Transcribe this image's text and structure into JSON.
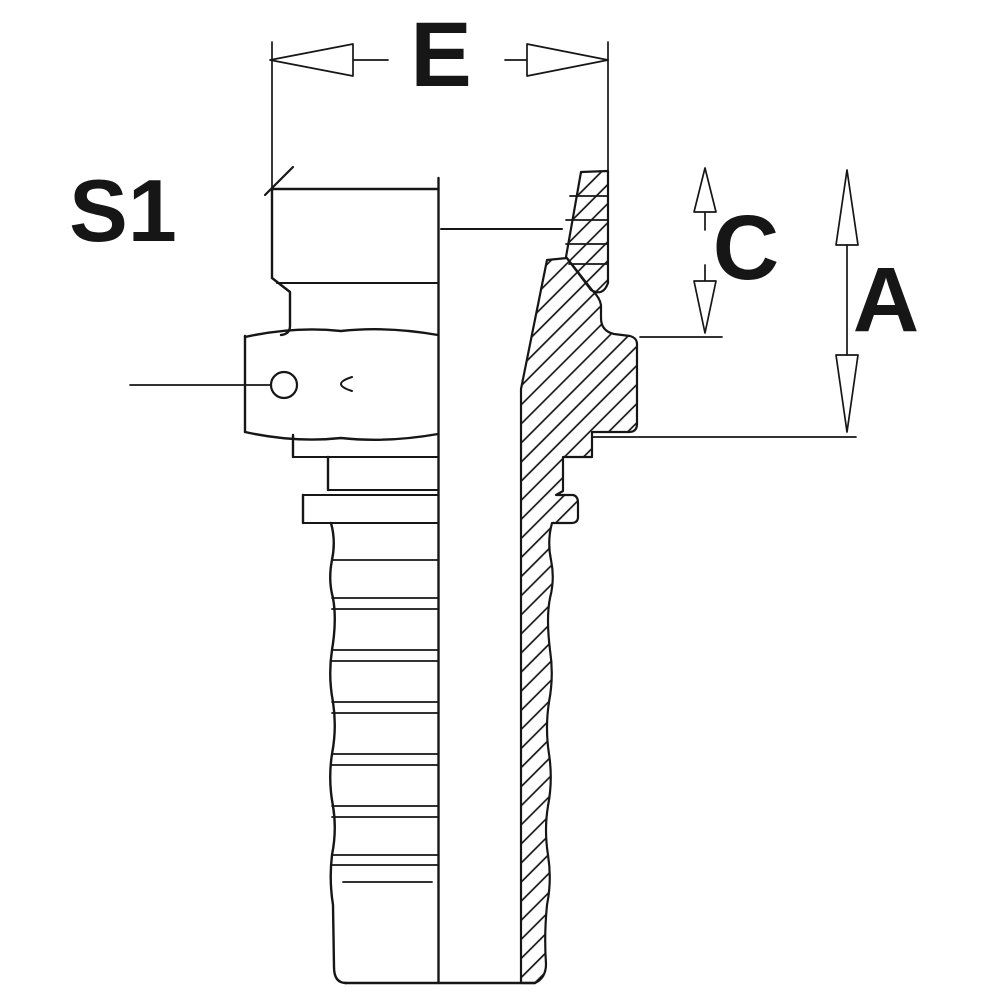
{
  "page": {
    "background": "#ffffff"
  },
  "drawing": {
    "stroke_color": "#161616",
    "hatch_color": "#161616"
  },
  "dimensions": {
    "e": {
      "label": "E"
    },
    "s1": {
      "label": "S1"
    },
    "c": {
      "label": "C"
    },
    "a": {
      "label": "A"
    }
  }
}
